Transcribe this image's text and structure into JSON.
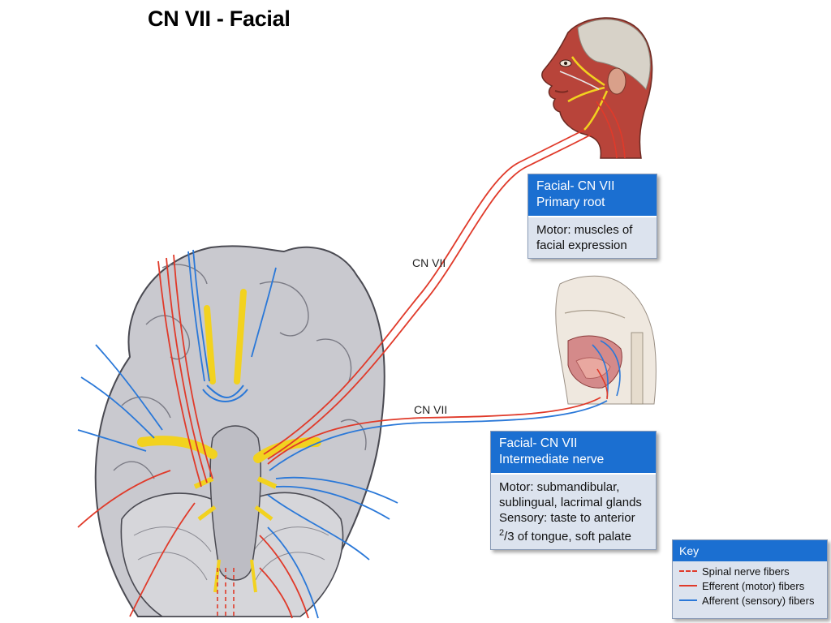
{
  "title": "CN VII - Facial",
  "labels": {
    "upper_nerve": "CN VII",
    "lower_nerve": "CN VII"
  },
  "box_primary": {
    "header": [
      "Facial- CN VII",
      "Primary root"
    ],
    "body": [
      "Motor: muscles of",
      "facial expression"
    ]
  },
  "box_intermediate": {
    "header": [
      "Facial- CN VII",
      "Intermediate nerve"
    ],
    "body_lines": [
      "Motor: submandibular,",
      "sublingual, lacrimal glands",
      "Sensory: taste to anterior"
    ],
    "fraction_num": "2",
    "fraction_rest": "/3 of tongue, soft palate"
  },
  "key": {
    "title": "Key",
    "items": [
      {
        "label": "Spinal nerve fibers",
        "style": "dashed"
      },
      {
        "label": "Efferent (motor) fibers",
        "style": "red"
      },
      {
        "label": "Afferent (sensory) fibers",
        "style": "blue"
      }
    ]
  },
  "colors": {
    "efferent": "#e03a2a",
    "afferent": "#2a78d8",
    "box_header": "#1b6fd1",
    "box_body": "#dce3ee",
    "nerve_yellow": "#f2d21f",
    "brain_gray": "#c9c9cf"
  }
}
